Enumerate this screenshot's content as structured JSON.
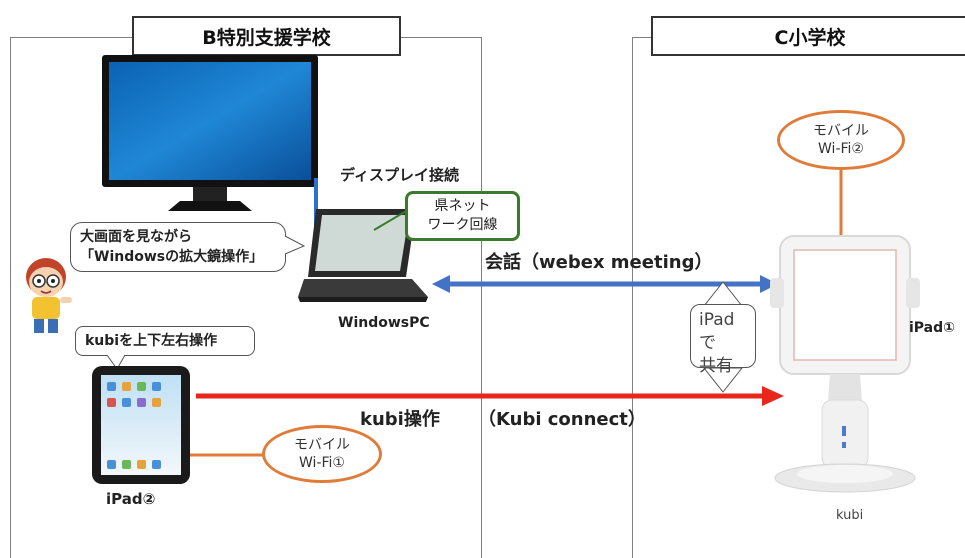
{
  "school_b": {
    "title": "B特別支援学校"
  },
  "school_c": {
    "title": "C小学校"
  },
  "labels": {
    "display_connection": "ディスプレイ接続",
    "pref_network_line1": "県ネット",
    "pref_network_line2": "ワーク回線",
    "windows_pc": "WindowsPC",
    "big_screen_line1": "大画面を見ながら",
    "big_screen_line2": "「Windowsの拡大鏡操作」",
    "kubi_control_bubble": "kubiを上下左右操作",
    "ipad2": "iPad②",
    "mobile_wifi1_line1": "モバイル",
    "mobile_wifi1_line2": "Wi-Fi①",
    "mobile_wifi2_line1": "モバイル",
    "mobile_wifi2_line2": "Wi-Fi②",
    "conversation": "会話（webex meeting）",
    "kubi_operation": "kubi操作",
    "kubi_connect": "（Kubi connect）",
    "ipad_share_line1": "iPadで",
    "ipad_share_line2": "共有",
    "ipad1": "iPad①",
    "kubi": "kubi"
  },
  "colors": {
    "conversation_arrow": "#4472c4",
    "kubi_arrow": "#e8261c",
    "oval_border": "#e07b39",
    "network_box_border": "#3b7a2c",
    "display_cable": "#2e6fd6"
  }
}
